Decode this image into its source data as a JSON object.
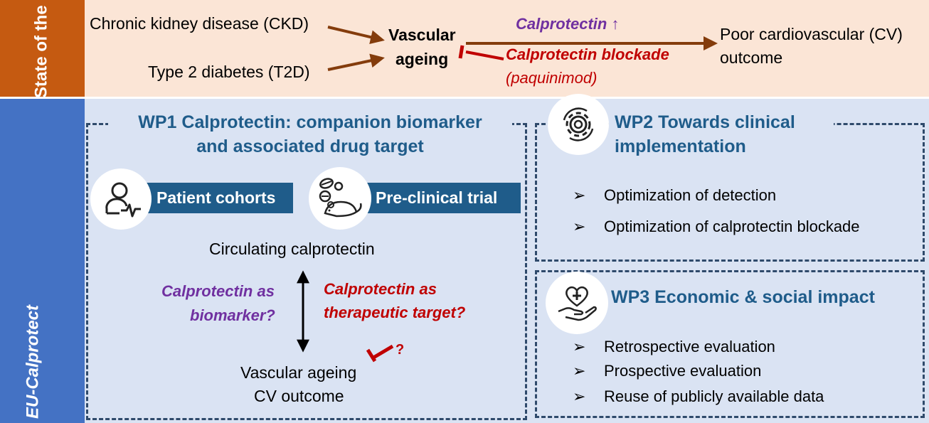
{
  "soa": {
    "side_label": "State of the art (SOA)",
    "ckd": "Chronic kidney disease (CKD)",
    "t2d": "Type 2 diabetes (T2D)",
    "vascular_line1": "Vascular",
    "vascular_line2": "ageing",
    "calpro_up": "Calprotectin ↑",
    "blockade": "Calprotectin blockade",
    "paquinimod": "(paquinimod)",
    "outcome_line1": "Poor cardiovascular (CV)",
    "outcome_line2": "outcome"
  },
  "eu": {
    "side_label": "EU-Calprotect"
  },
  "wp1": {
    "title_line1": "WP1 Calprotectin: companion biomarker",
    "title_line2": "and associated drug target",
    "tag_patient": "Patient cohorts",
    "tag_preclinical": "Pre-clinical trial",
    "circulating": "Circulating calprotectin",
    "biomarker_line1": "Calprotectin as",
    "biomarker_line2": "biomarker?",
    "target_line1": "Calprotectin as",
    "target_line2": "therapeutic target?",
    "question_mark": "?",
    "result_line1": "Vascular ageing",
    "result_line2": "CV outcome"
  },
  "wp2": {
    "title_line1": "WP2 Towards clinical",
    "title_line2": "implementation",
    "bullets": [
      "Optimization of detection",
      "Optimization of calprotectin blockade"
    ]
  },
  "wp3": {
    "title": "WP3 Economic & social impact",
    "bullets": [
      "Retrospective evaluation",
      "Prospective evaluation",
      "Reuse of publicly available data"
    ]
  },
  "bullet_marker": "➢",
  "icons": [
    "patient-monitor-icon",
    "mouse-pills-icon",
    "gear-icon",
    "heart-hand-icon"
  ],
  "colors": {
    "soa_side": "#c55a11",
    "soa_band": "#fbe5d6",
    "eu_side": "#4472c4",
    "eu_band": "#dae3f3",
    "wp_title": "#1f5c8a",
    "arrow_brown": "#843c0c",
    "purple": "#7030a0",
    "red": "#c00000"
  }
}
